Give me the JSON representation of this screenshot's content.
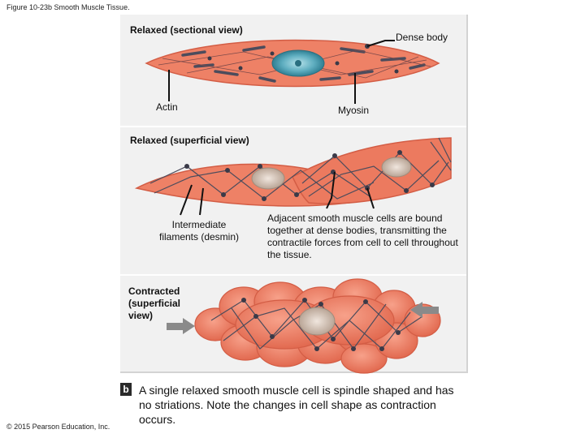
{
  "figure_title": "Figure 10-23b Smooth Muscle Tissue.",
  "sections": {
    "relaxed_sectional": {
      "heading": "Relaxed (sectional view)",
      "labels": {
        "dense_body": "Dense body",
        "actin": "Actin",
        "myosin": "Myosin"
      }
    },
    "relaxed_superficial": {
      "heading": "Relaxed (superficial view)",
      "labels": {
        "intermediate_filaments": "Intermediate filaments (desmin)",
        "adjacent_cells": "Adjacent smooth muscle cells are bound together at dense bodies, transmitting the contractile forces from cell to cell throughout the tissue."
      }
    },
    "contracted": {
      "heading": "Contracted (superficial view)"
    }
  },
  "caption": {
    "badge": "b",
    "text": "A single relaxed smooth muscle cell is spindle shaped and has no striations. Note the changes in cell shape as contraction occurs."
  },
  "copyright": "© 2015 Pearson Education, Inc.",
  "colors": {
    "panel_bg": "#f1f1f1",
    "cell_fill": "#ee8166",
    "cell_edge": "#d35d45",
    "nucleus_relaxed": "#5faec0",
    "nucleus_other": "#d8c8bc",
    "filament": "#4c4c5c",
    "arrow": "#777777"
  },
  "icons": {
    "push_arrow_left": "right-arrow-icon",
    "push_arrow_right": "left-arrow-icon"
  }
}
